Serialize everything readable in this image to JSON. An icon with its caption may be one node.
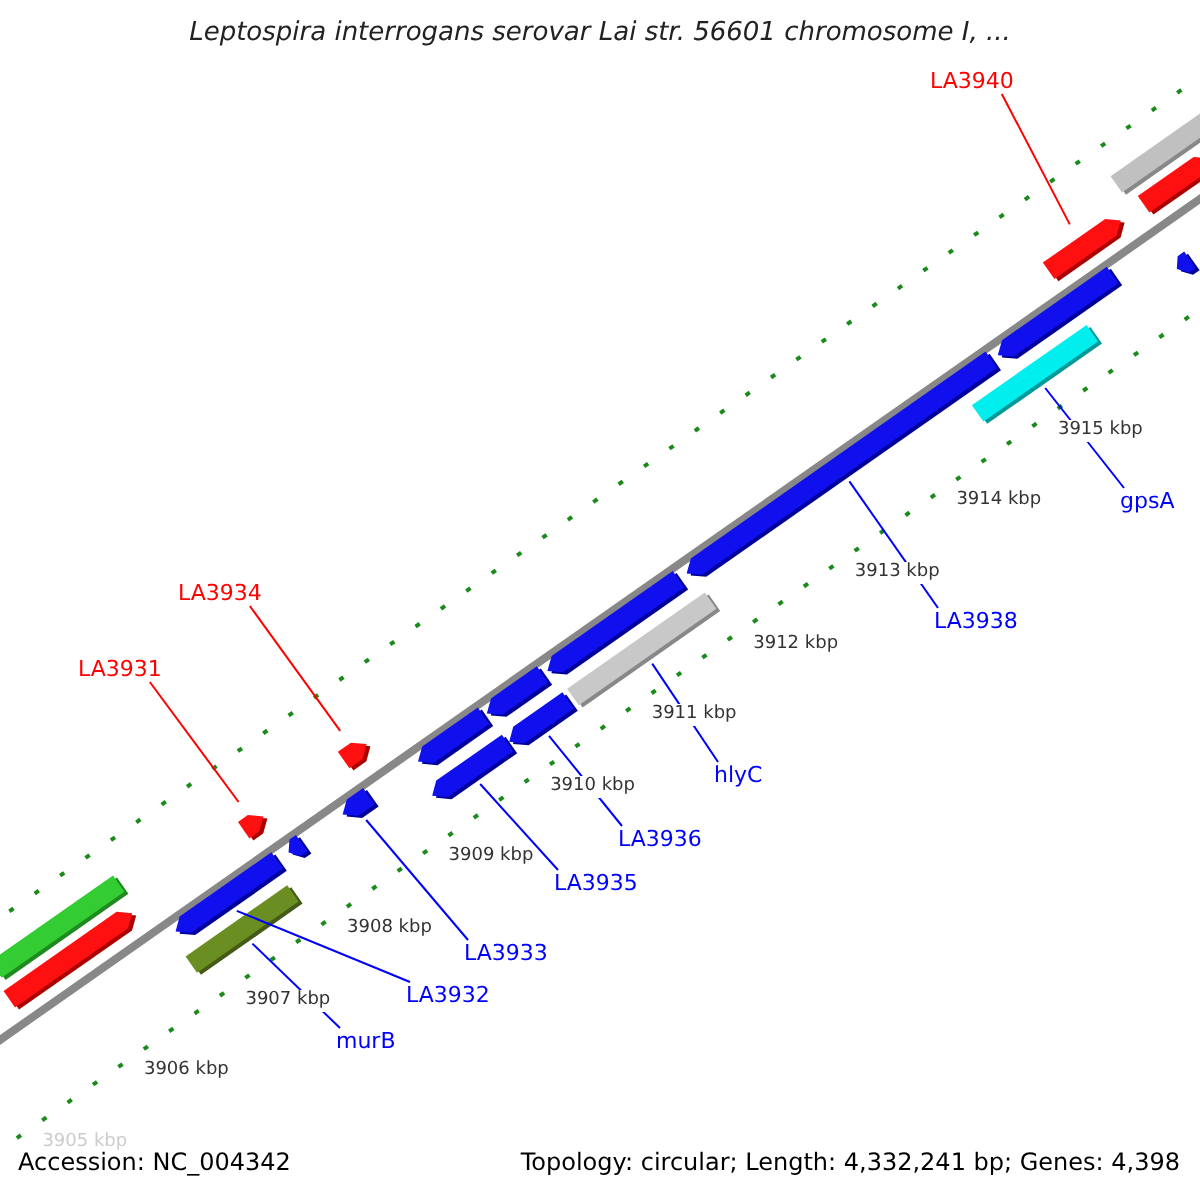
{
  "diagram": {
    "title": "Leptospira interrogans serovar Lai str. 56601 chromosome I, ...",
    "nodes": [
      {
        "text": [
          "LA3940"
        ]
      },
      {
        "text": [
          "gpsA"
        ]
      },
      {
        "text": [
          "LA3934"
        ]
      },
      {
        "text": [
          "LA3938"
        ]
      },
      {
        "text": [
          "LA3931"
        ]
      },
      {
        "text": [
          "hlyC"
        ]
      },
      {
        "text": [
          "LA3936"
        ]
      },
      {
        "text": [
          "LA3935"
        ]
      },
      {
        "text": [
          "LA3933"
        ]
      },
      {
        "text": [
          "LA3932"
        ]
      },
      {
        "text": [
          "murB"
        ]
      },
      {
        "text": [],
        "shape": "arrow"
      },
      {
        "text": [],
        "shape": "bar"
      },
      {
        "text": [],
        "shape": "arrow"
      },
      {
        "text": [],
        "shape": "arrow"
      },
      {
        "text": [],
        "shape": "arrow"
      },
      {
        "text": [],
        "shape": "bar"
      },
      {
        "text": [],
        "shape": "arrow"
      },
      {
        "text": [],
        "shape": "arrow"
      },
      {
        "text": [],
        "shape": "arrow"
      },
      {
        "text": [],
        "shape": "arrow"
      },
      {
        "text": [],
        "shape": "bar"
      },
      {
        "text": [],
        "shape": "bar"
      },
      {
        "text": [],
        "shape": "arrow"
      },
      {
        "text": [],
        "shape": "arrow"
      },
      {
        "text": [],
        "shape": "arrow"
      },
      {
        "text": [],
        "shape": "arrow"
      },
      {
        "text": [],
        "shape": "arrow"
      },
      {
        "text": [],
        "shape": "arrow"
      },
      {
        "text": [],
        "shape": "arrow"
      },
      {
        "text": [],
        "shape": "bar"
      },
      {
        "text": [],
        "shape": "arrow"
      }
    ],
    "edges": [
      {
        "from": 0,
        "to": 11,
        "arrow": "none",
        "color": "#ff0000"
      },
      {
        "from": 1,
        "to": 12,
        "arrow": "none"
      },
      {
        "from": 2,
        "to": 13,
        "arrow": "none",
        "color": "#ff0000"
      },
      {
        "from": 3,
        "to": 14,
        "arrow": "none"
      },
      {
        "from": 4,
        "to": 15,
        "arrow": "none",
        "color": "#ff0000"
      },
      {
        "from": 5,
        "to": 16,
        "arrow": "none"
      },
      {
        "from": 6,
        "to": 17,
        "arrow": "none"
      },
      {
        "from": 7,
        "to": 18,
        "arrow": "none"
      },
      {
        "from": 8,
        "to": 19,
        "arrow": "none"
      },
      {
        "from": 9,
        "to": 20,
        "arrow": "none"
      },
      {
        "from": 10,
        "to": 21,
        "arrow": "none"
      }
    ],
    "labels": [
      "3915 kbp",
      "3914 kbp",
      "3913 kbp",
      "3912 kbp",
      "3911 kbp",
      "3910 kbp",
      "3909 kbp",
      "3908 kbp",
      "3907 kbp",
      "3906 kbp",
      "3905 kbp",
      "Accession: NC_004342",
      "Topology: circular; Length: 4,332,241 bp; Genes: 4,398"
    ]
  }
}
